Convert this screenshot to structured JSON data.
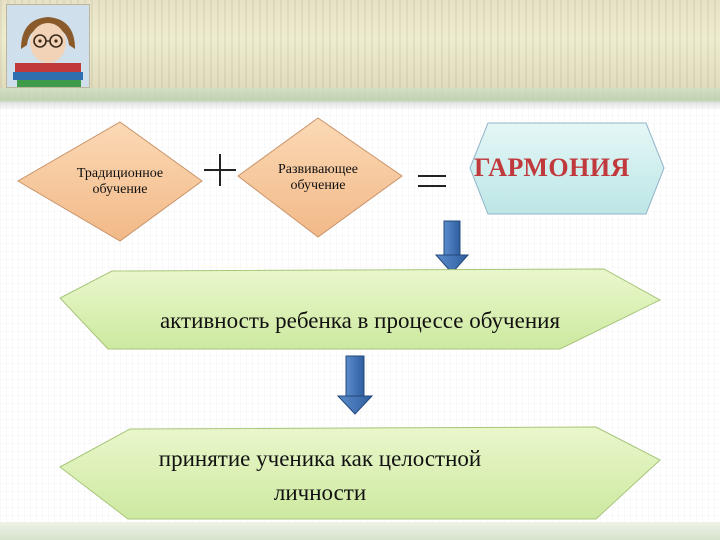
{
  "nodes": {
    "traditional": "Традиционное обучение",
    "developing": "Развивающее обучение",
    "harmony": "ГАРМОНИЯ",
    "activity": "активность ребенка в процессе обучения",
    "acceptance": "принятие ученика как целостной личности"
  },
  "operators": {
    "plus": "+",
    "equals": "="
  },
  "colors": {
    "diamond_fill": "#f6c79b",
    "harmony_fill": "#cfeeee",
    "hexagon_fill": "#d9efb2",
    "arrow_fill": "#3f6fb3",
    "harmony_text": "#c0393d"
  }
}
